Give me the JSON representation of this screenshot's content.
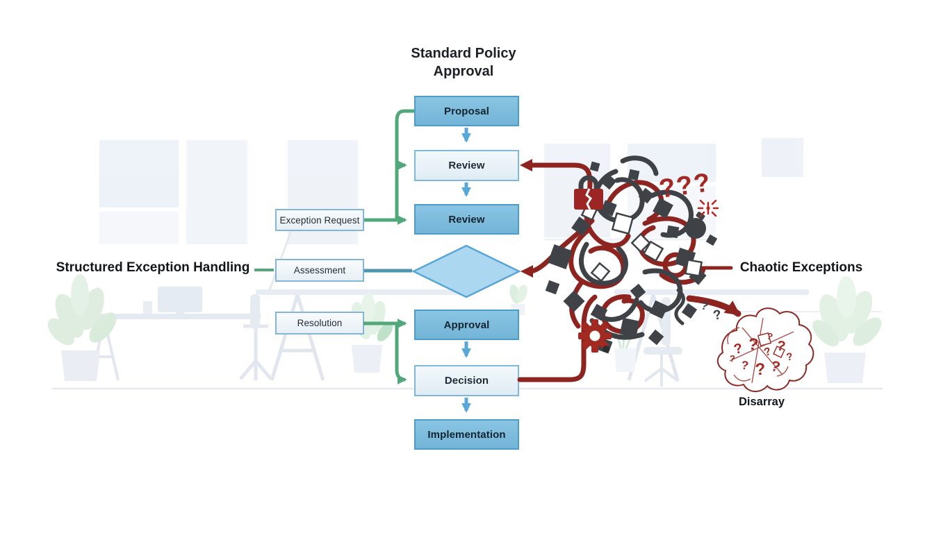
{
  "title": "Standard Policy Approval",
  "main_flow": {
    "steps": [
      {
        "label": "Proposal"
      },
      {
        "label": "Review"
      },
      {
        "label": "Review"
      },
      {
        "label": "Approval"
      },
      {
        "label": "Decision"
      },
      {
        "label": "Implementation"
      }
    ]
  },
  "exception_flow": {
    "label": "Structured Exception Handling",
    "steps": [
      {
        "label": "Exception Request"
      },
      {
        "label": "Assessment"
      },
      {
        "label": "Resolution"
      }
    ]
  },
  "chaos": {
    "label": "Chaotic Exceptions",
    "cloud_label": "Disarray",
    "question_marks": "???",
    "qmark": "?",
    "icons": [
      "broken-lock-icon",
      "bomb-icon",
      "gear-icon",
      "question-marks-icon",
      "debris-squares",
      "tangle-scribble",
      "disarray-cloud"
    ]
  },
  "colors": {
    "box_fill": "#7fbede",
    "box_border": "#4d9cc7",
    "box_light_fill": "#eaf2f7",
    "box_light_border": "#7fb8da",
    "diamond_fill": "#abd7f0",
    "diamond_border": "#57a5d6",
    "green_arrow": "#53a87b",
    "teal_line": "#4e96ae",
    "blue_arrow": "#58a7d9",
    "dark_red": "#8e2420",
    "dark_gray": "#3e4246"
  }
}
